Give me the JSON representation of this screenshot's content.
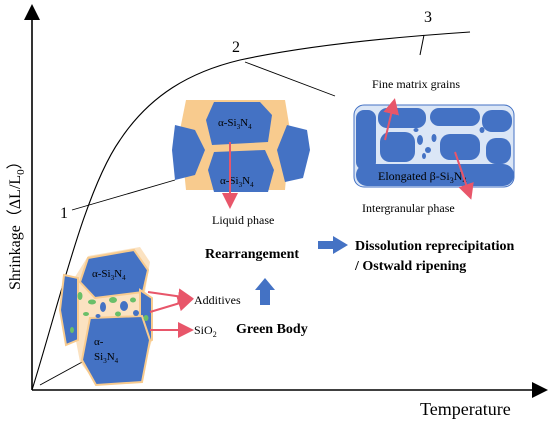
{
  "axes": {
    "y_label": "Shrinkage（ΔL/L",
    "y_label_sub": "0",
    "y_label_end": "）",
    "x_label": "Temperature"
  },
  "curve_points": [
    {
      "label": "1"
    },
    {
      "label": "2"
    },
    {
      "label": "3"
    }
  ],
  "stage_labels": {
    "green_body": "Green Body",
    "rearrangement": "Rearrangement",
    "dissolution_line1": "Dissolution reprecipitation",
    "dissolution_line2": "/ Ostwald ripening"
  },
  "green_body": {
    "grain_top": {
      "prefix": "α-Si",
      "sub1": "3",
      "mid": "N",
      "sub2": "4"
    },
    "grain_bottom_line1": "α-",
    "grain_bottom_line2": {
      "prefix": "Si",
      "sub1": "3",
      "mid": "N",
      "sub2": "4"
    },
    "additives": "Additives",
    "sio2": {
      "prefix": "SiO",
      "sub": "2"
    }
  },
  "rearrangement_stage": {
    "grain_top": {
      "prefix": "α-Si",
      "sub1": "3",
      "mid": "N",
      "sub2": "4"
    },
    "grain_bottom": {
      "prefix": "α-Si",
      "sub1": "3",
      "mid": "N",
      "sub2": "4"
    },
    "liquid_phase": "Liquid phase"
  },
  "dissolution_stage": {
    "fine_matrix": "Fine matrix grains",
    "elongated": {
      "prefix": "Elongated β-Si",
      "sub1": "3",
      "mid": "N",
      "sub2": "4"
    },
    "intergranular": "Intergranular phase"
  },
  "colors": {
    "grain_fill": "#4472c4",
    "liquid_fill": "#f8cb8e",
    "arrow_red": "#e8566a",
    "arrow_blue": "#4472c4",
    "additive_green": "#6abf69"
  }
}
